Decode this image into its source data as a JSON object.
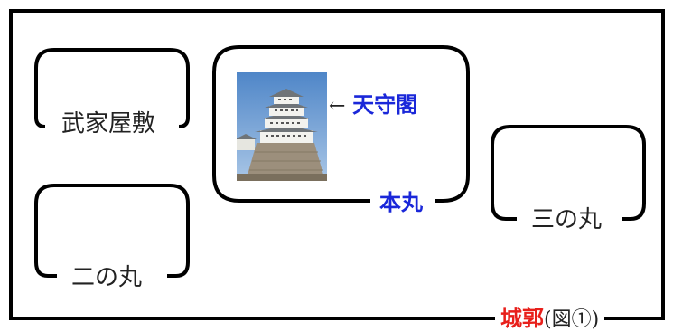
{
  "labels": {
    "castle_enclosure": "城郭",
    "figure_ref": "(図①)",
    "samurai_residences": "武家屋敷",
    "ninomaru": "二の丸",
    "honmaru": "本丸",
    "sannomaru": "三の丸",
    "keep_arrow": "←",
    "keep": "天守閣"
  },
  "colors": {
    "castle_enclosure": "#e8201b",
    "honmaru": "#1a27d9",
    "keep": "#1a27d9",
    "stroke": "#000000"
  },
  "photo": {
    "subject": "castle-keep-photo"
  }
}
